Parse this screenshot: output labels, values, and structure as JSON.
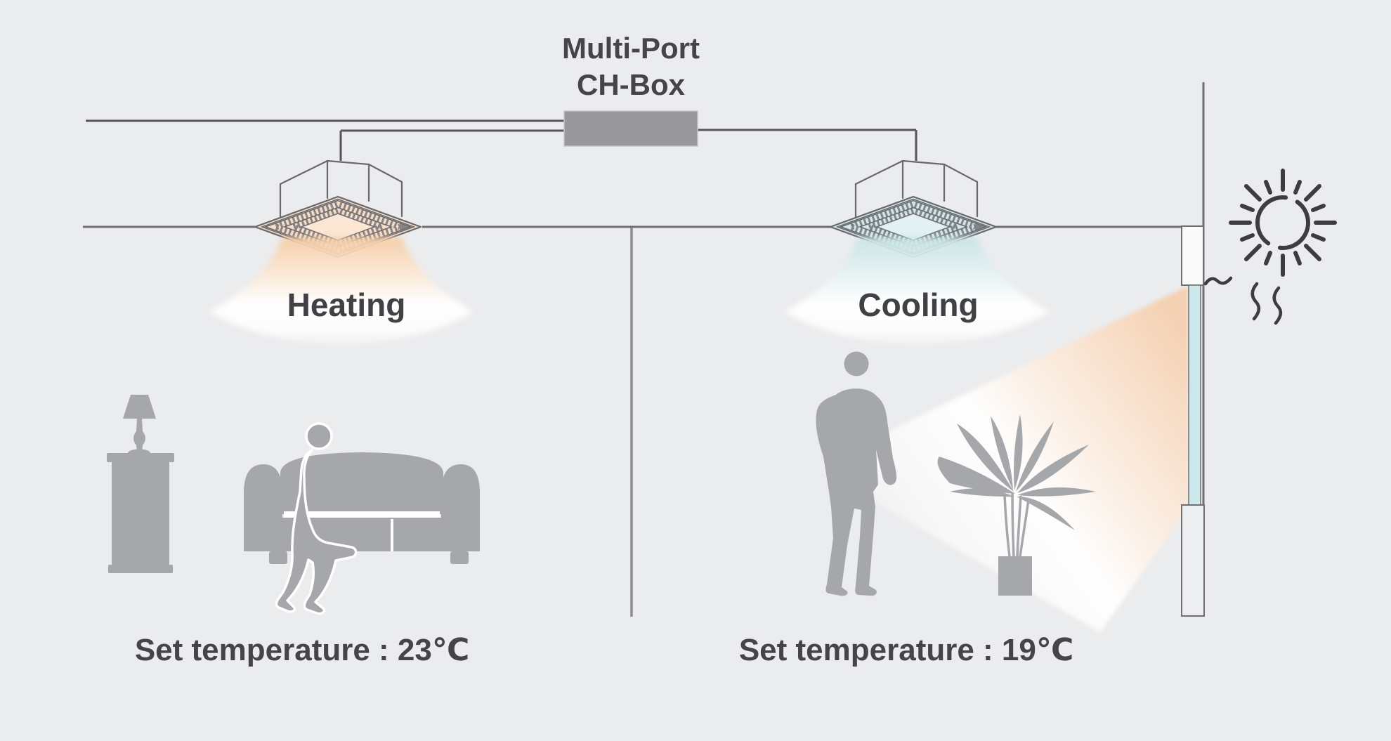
{
  "header": {
    "title_line1": "Multi-Port",
    "title_line2": "CH-Box"
  },
  "left_zone": {
    "mode_label": "Heating",
    "set_temperature_label": "Set temperature : 23℃"
  },
  "right_zone": {
    "mode_label": "Cooling",
    "set_temperature_label": "Set temperature : 19℃"
  },
  "colors": {
    "background": "#ebecee",
    "line": "#68686d",
    "pipe": "#55555a",
    "ceiling_line": "#6f6f73",
    "divider": "#8c8c90",
    "chbox_fill": "#98989c",
    "chbox_border": "#c6c6ca",
    "heating_tint": "#f7dcc2",
    "heating_tint_light": "#fae6d2",
    "cooling_tint": "#cfe7e7",
    "cooling_tint_light": "#e2f1f1",
    "window_glass": "#cde8ea",
    "window_frame_fill": "#fafafb",
    "wall_fill": "#edeef0",
    "silhouette": "#a6a7ab",
    "text": "#454548",
    "sun_icon": "#3d3d40"
  }
}
